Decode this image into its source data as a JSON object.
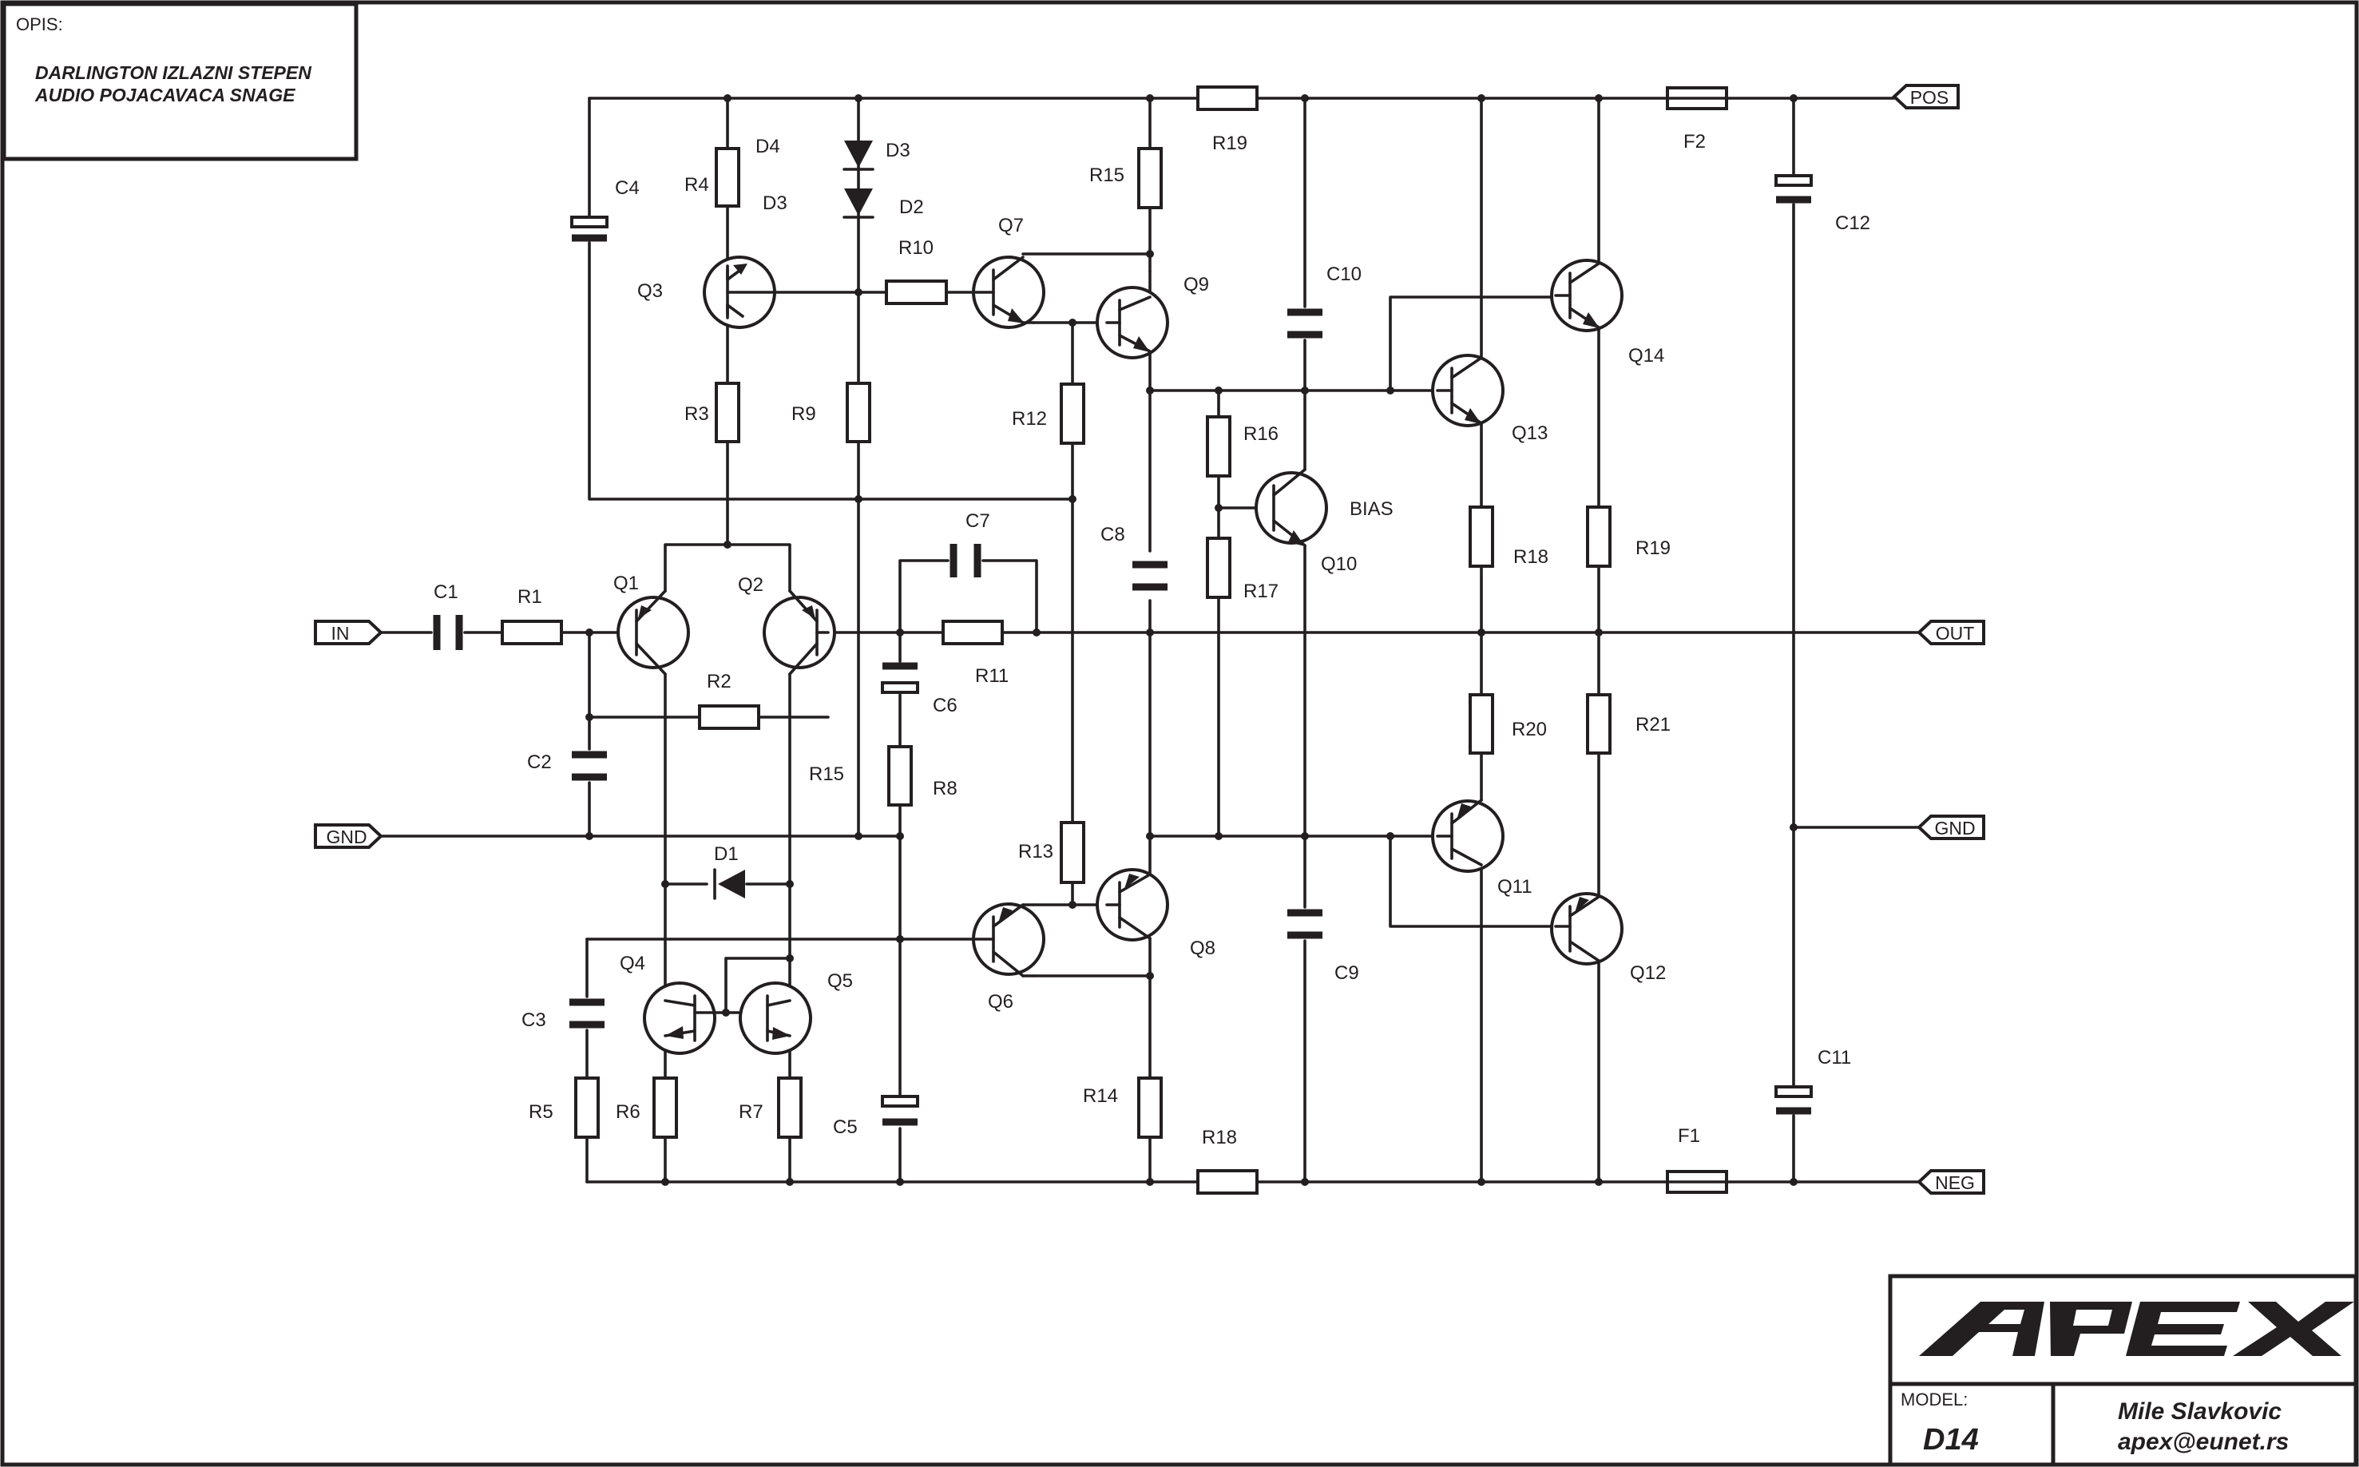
{
  "description": {
    "heading": "OPIS:",
    "line1": "DARLINGTON IZLAZNI STEPEN",
    "line2": "AUDIO POJACAVACA SNAGE"
  },
  "ports": {
    "in": "IN",
    "gnd": "GND",
    "pos": "POS",
    "out": "OUT",
    "gnd_right": "GND",
    "neg": "NEG"
  },
  "components": {
    "C1": "C1",
    "C2": "C2",
    "C3": "C3",
    "C4": "C4",
    "C5": "C5",
    "C6": "C6",
    "C7": "C7",
    "C8": "C8",
    "C9": "C9",
    "C10": "C10",
    "C11": "C11",
    "C12": "C12",
    "R1": "R1",
    "R2": "R2",
    "R3": "R3",
    "R4": "R4",
    "R5": "R5",
    "R6": "R6",
    "R7": "R7",
    "R8": "R8",
    "R9": "R9",
    "R10": "R10",
    "R11": "R11",
    "R12": "R12",
    "R13": "R13",
    "R14": "R14",
    "R15a": "R15",
    "R15b": "R15",
    "R16": "R16",
    "R17": "R17",
    "R18a": "R18",
    "R18b": "R18",
    "R19a": "R19",
    "R19b": "R19",
    "R20": "R20",
    "R21": "R21",
    "D1": "D1",
    "D2": "D2",
    "D3a": "D3",
    "D3b": "D3",
    "D4": "D4",
    "Q1": "Q1",
    "Q2": "Q2",
    "Q3": "Q3",
    "Q4": "Q4",
    "Q5": "Q5",
    "Q6": "Q6",
    "Q7": "Q7",
    "Q8": "Q8",
    "Q9": "Q9",
    "Q10": "Q10",
    "Q11": "Q11",
    "Q12": "Q12",
    "Q13": "Q13",
    "Q14": "Q14",
    "F1": "F1",
    "F2": "F2",
    "bias": "BIAS"
  },
  "title_block": {
    "logo": "APEX",
    "model_label": "MODEL:",
    "model": "D14",
    "author": "Mile Slavkovic",
    "email": "apex@eunet.rs"
  }
}
